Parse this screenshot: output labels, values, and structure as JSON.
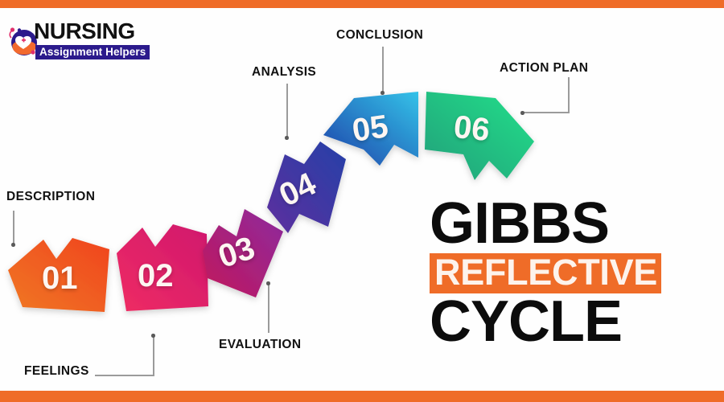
{
  "theme": {
    "accent_orange": "#ef6c28",
    "background": "#ffffff",
    "label_color": "#111111",
    "connector_color": "#9b9b9b",
    "number_color": "#fdf6f2"
  },
  "brand": {
    "name": "NURSING",
    "tagline": "Assignment Helpers",
    "mark_icon": "nursing-heart-stethoscope-icon",
    "tagline_bg": "#2b1a8c"
  },
  "title": {
    "line1": "GIBBS",
    "line2": "REFLECTIVE",
    "line3": "CYCLE",
    "highlight_color": "#ef6c28"
  },
  "chart_data": {
    "type": "diagram",
    "title": "Gibbs Reflective Cycle",
    "stages": [
      {
        "number": "01",
        "label": "DESCRIPTION",
        "color_start": "#f07821",
        "color_end": "#f0441f"
      },
      {
        "number": "02",
        "label": "FEELINGS",
        "color_start": "#ef2c63",
        "color_end": "#d31a6d"
      },
      {
        "number": "03",
        "label": "EVALUATION",
        "color_start": "#c2185b",
        "color_end": "#8e2a9c"
      },
      {
        "number": "04",
        "label": "ANALYSIS",
        "color_start": "#5d2f9e",
        "color_end": "#2540a8"
      },
      {
        "number": "05",
        "label": "CONCLUSION",
        "color_start": "#1e3fa8",
        "color_end": "#33c2e8"
      },
      {
        "number": "06",
        "label": "ACTION PLAN",
        "color_start": "#1f9f7a",
        "color_end": "#25e08a"
      }
    ]
  }
}
